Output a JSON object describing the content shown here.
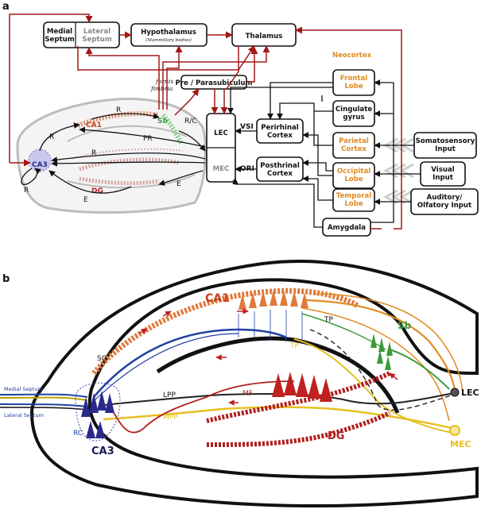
{
  "panel_a": {
    "label": "a",
    "boxes": {
      "medial_septum": "Medial\nSeptum",
      "lateral_septum": "Lateral\nSeptum",
      "hypothalamus": "Hypothalamus",
      "hypothalamus_sub": "(Mammillary bodies)",
      "thalamus": "Thalamus",
      "pre_para": "Pre / Parasubiculum",
      "lec": "LEC",
      "mec": "MEC",
      "perirhinal": "Perirhinal\nCortex",
      "postrhinal": "Posthrinal\nCortex",
      "frontal": "Frontal\nLobe",
      "cingulate": "Cingulate\ngyrus",
      "parietal": "Parietal\nCortex",
      "occipital": "Occipital\nLobe",
      "temporal": "Temporal\nLobe",
      "amygdala": "Amygdala",
      "somatosensory": "Somatosensory\nInput",
      "visual": "Visual\nInput",
      "auditory": "Auditory/\nOlfatory Input"
    },
    "labels": {
      "neocortex": "Neocortex",
      "fornix": "fornix",
      "fimbria": "fimbria",
      "ca1": "CA1",
      "ca3": "CA3",
      "sb": "Sb",
      "dg": "DG",
      "r": "R",
      "rc": "R/C",
      "pr": "PR",
      "e": "E",
      "vsi": "VSI",
      "ori": "ORI"
    }
  },
  "panel_b": {
    "label": "b",
    "labels": {
      "ca1": "CA1",
      "ca3": "CA3",
      "sb": "Sb",
      "dg": "DG",
      "sc": "SC",
      "rc": "RC",
      "tp_black": "TP",
      "tp_yellow": "TP",
      "lpp": "LPP",
      "mpp": "MPP",
      "mf": "MF",
      "lec": "LEC",
      "mec": "MEC",
      "medial_septum": "Medial Septum",
      "lateral_septum": "Lateral Septum"
    }
  },
  "colors": {
    "red_path": "#a01818",
    "orange": "#e08a1e",
    "ca1_color": "#c8401c",
    "ca3_color": "#2a2a8c",
    "sb_color": "#3a9a3a",
    "dg_color": "#b02020",
    "yellow": "#e6c020",
    "blue": "#2040a0"
  }
}
